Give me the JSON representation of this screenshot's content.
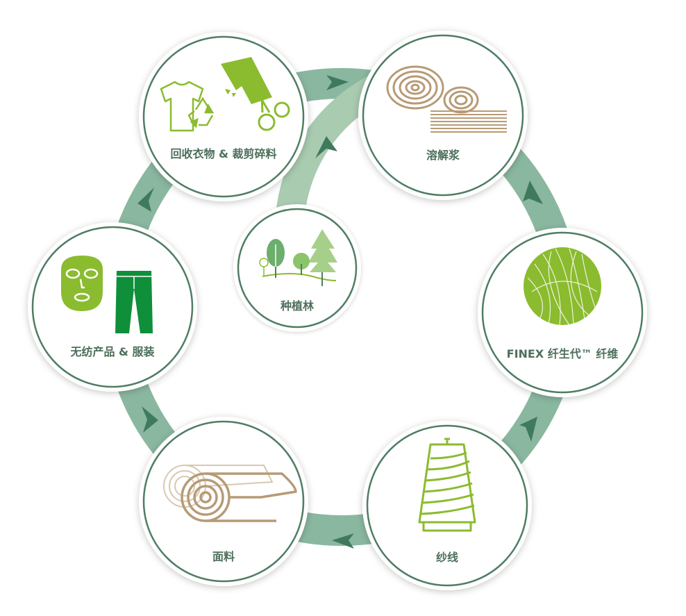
{
  "diagram": {
    "colors": {
      "ring_outer": "#7fb098",
      "ring_inner": "#a3c6aa",
      "arrow": "#3f7a5f",
      "circle_border": "#4e7d63",
      "label": "#4d6f5b",
      "lime": "#8bbb2f",
      "dark_green": "#0f8f3a",
      "tan": "#b79a76"
    },
    "nodes": [
      {
        "id": "recycled",
        "label": "回收衣物 & 裁剪碎料",
        "icons": [
          "t-shirt-icon",
          "recycle-icon",
          "fabric-scrap-icon",
          "scissors-icon"
        ]
      },
      {
        "id": "pulp",
        "label": "溶解浆",
        "icons": [
          "log-rings-icon",
          "pulp-sheets-icon"
        ]
      },
      {
        "id": "fiber",
        "label": "FINEX 纤生代™ 纤维",
        "icons": [
          "fiber-ball-icon"
        ]
      },
      {
        "id": "yarn",
        "label": "纱线",
        "icons": [
          "yarn-cone-icon"
        ]
      },
      {
        "id": "fabric",
        "label": "面料",
        "icons": [
          "fabric-roll-icon"
        ]
      },
      {
        "id": "products",
        "label": "无纺产品 & 服装",
        "icons": [
          "face-mask-icon",
          "trousers-icon"
        ]
      },
      {
        "id": "forest",
        "label": "种植林",
        "icons": [
          "forest-trees-icon"
        ]
      }
    ]
  }
}
